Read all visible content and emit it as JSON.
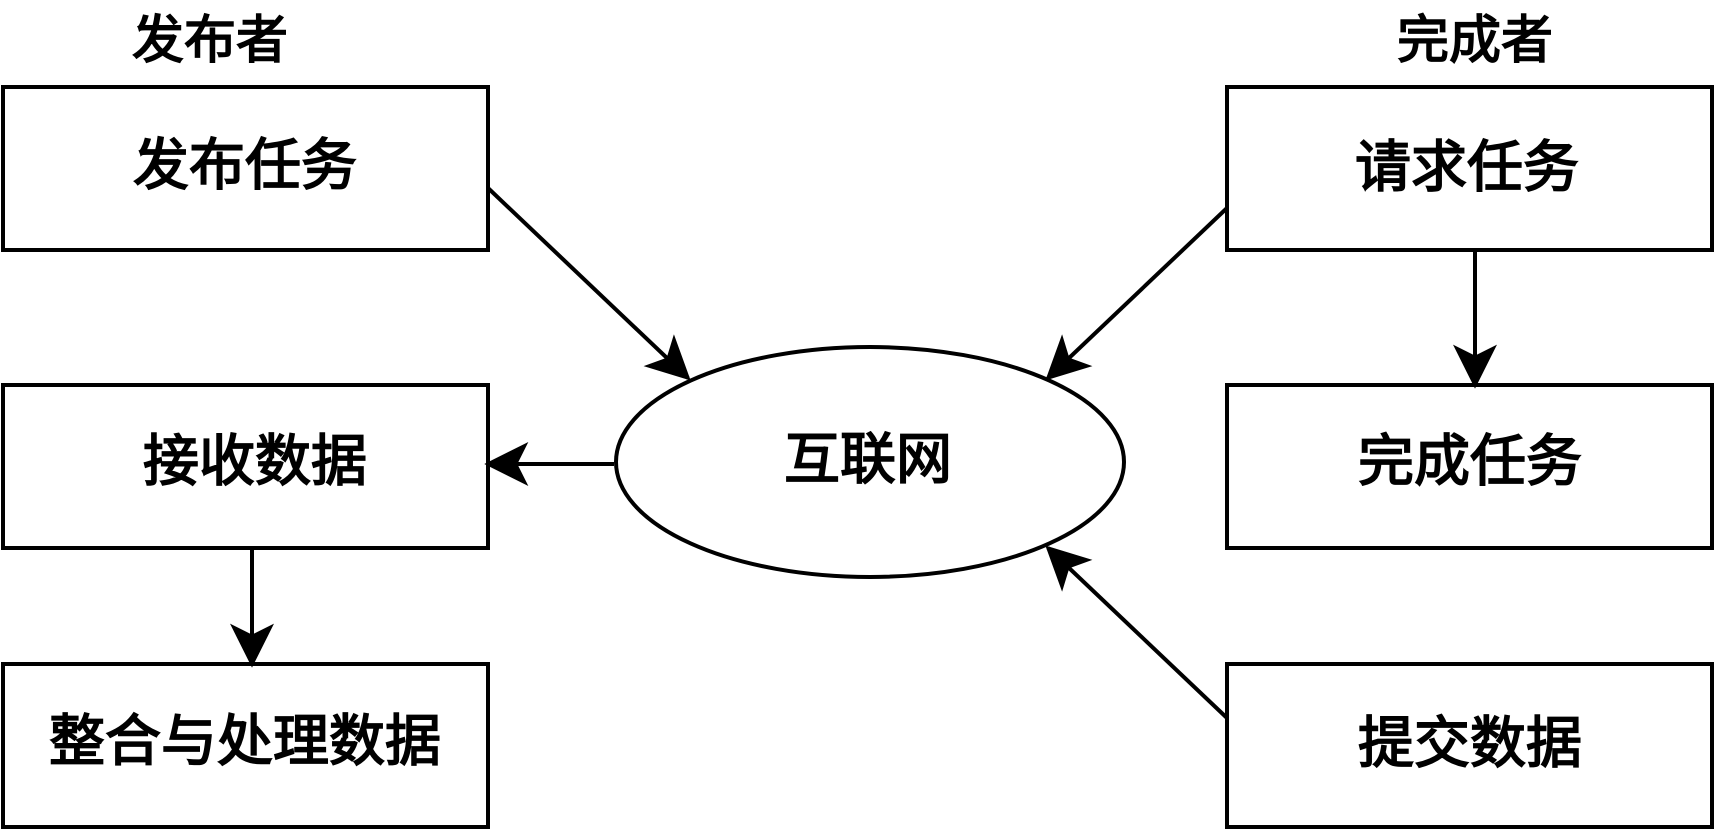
{
  "groups": {
    "publisher": "发布者",
    "completer": "完成者"
  },
  "nodes": {
    "publish_task": "发布任务",
    "receive_data": "接收数据",
    "integrate_data": "整合与处理数据",
    "internet": "互联网",
    "request_task": "请求任务",
    "complete_task": "完成任务",
    "submit_data": "提交数据"
  },
  "colors": {
    "stroke": "#000000",
    "fill": "#ffffff"
  }
}
